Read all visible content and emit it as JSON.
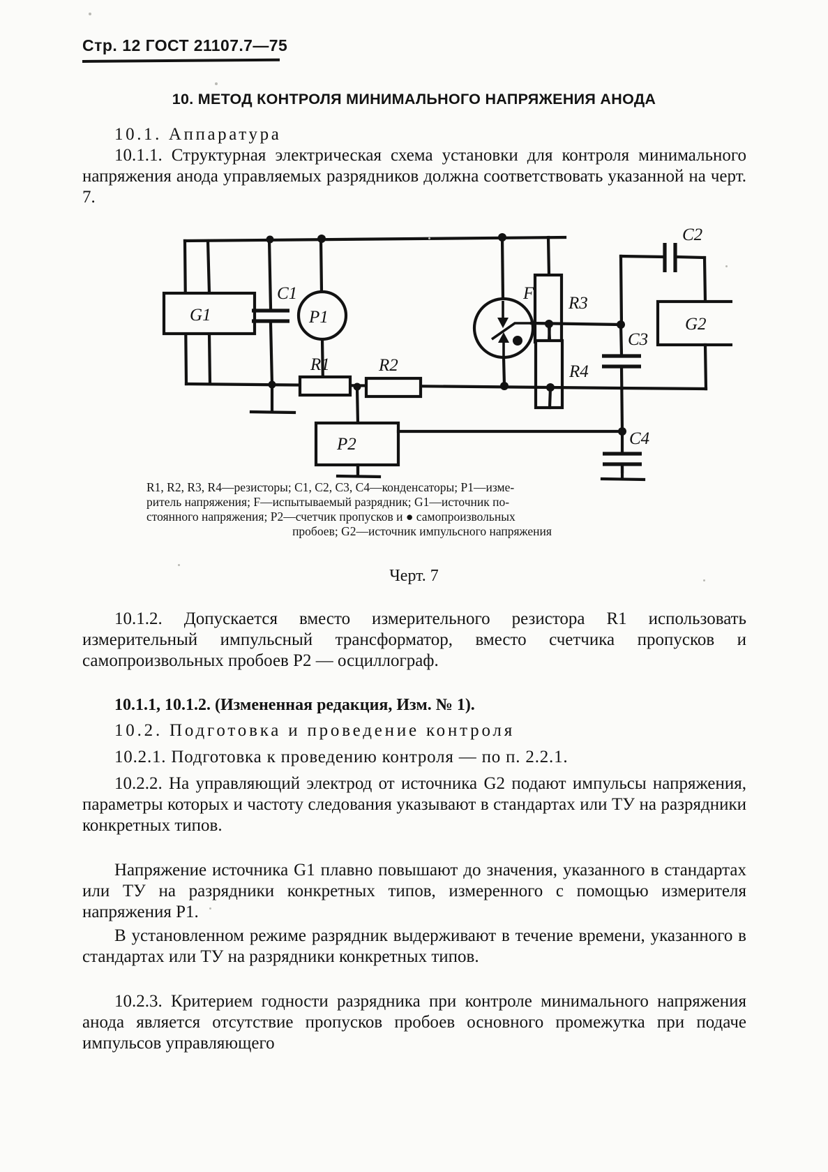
{
  "header": {
    "page_label": "Стр. 12",
    "standard": "ГОСТ 21107.7—75"
  },
  "section": {
    "title": "10. МЕТОД КОНТРОЛЯ МИНИМАЛЬНОГО НАПРЯЖЕНИЯ АНОДА"
  },
  "paragraphs": {
    "p_10_1_heading": "10.1. Аппаратура",
    "p_10_1_1": "10.1.1. Структурная электрическая схема установки для контроля минимального напряжения анода управляемых разрядников должна соответствовать указанной на черт. 7.",
    "p_10_1_2": "10.1.2. Допускается вместо измерительного резистора R1 использовать измерительный импульсный трансформатор, вместо счетчика пропусков и самопроизвольных пробоев P2 — осциллограф.",
    "p_revision": "10.1.1, 10.1.2. (Измененная редакция, Изм. № 1).",
    "p_10_2_heading": "10.2. Подготовка и проведение контроля",
    "p_10_2_1": "10.2.1. Подготовка к проведению контроля — по п. 2.2.1.",
    "p_10_2_2": "10.2.2. На управляющий электрод от источника G2 подают импульсы напряжения, параметры которых и частоту следования указывают в стандартах или ТУ на разрядники конкретных типов.",
    "p_g1": "Напряжение источника G1 плавно повышают до значения, указанного в стандартах или ТУ на разрядники конкретных типов, измеренного с помощью измерителя напряжения P1.",
    "p_mode": "В установленном режиме разрядник выдерживают в течение времени, указанного в стандартах или ТУ на разрядники конкретных типов.",
    "p_10_2_3": "10.2.3. Критерием годности разрядника при контроле минимального напряжения анода является отсутствие пропусков пробоев основного промежутка при подаче импульсов управляющего"
  },
  "figure": {
    "number_label": "Черт. 7",
    "caption_lines": [
      "R1, R2, R3, R4—резисторы; C1, C2, C3, C4—конденсаторы; P1—изме-",
      "ритель напряжения; F—испытываемый разрядник; G1—источник по-",
      "стоянного напряжения; P2—счетчик пропусков и ● самопроизвольных",
      "пробоев; G2—источник импульсного напряжения"
    ],
    "components": {
      "g1": "G1",
      "g2": "G2",
      "c1": "C1",
      "c2": "C2",
      "c3": "C3",
      "c4": "C4",
      "p1": "P1",
      "p2": "P2",
      "r1": "R1",
      "r2": "R2",
      "r3": "R3",
      "r4": "R4",
      "f": "F"
    }
  },
  "colors": {
    "ink": "#121212",
    "paper": "#fbfbf9"
  }
}
